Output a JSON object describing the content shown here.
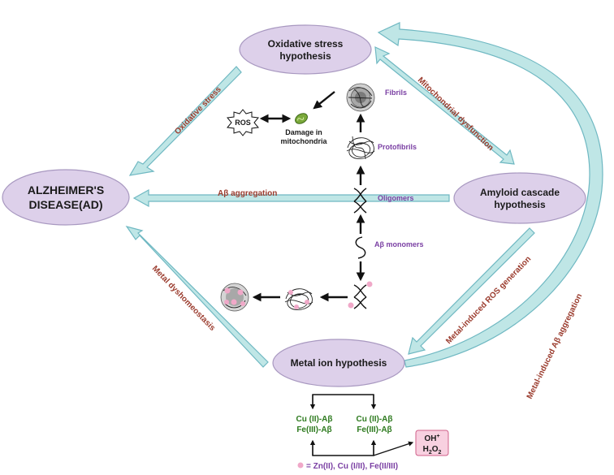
{
  "nodes": {
    "oxidative": [
      "Oxidative stress",
      "hypothesis"
    ],
    "alzheimer": [
      "ALZHEIMER'S",
      "DISEASE(AD)"
    ],
    "amyloid": [
      "Amyloid cascade",
      "hypothesis"
    ],
    "metal": "Metal ion hypothesis"
  },
  "edge_labels": {
    "oxidative_stress": "Oxidative stress",
    "mitochondrial_dysfunction": "Mitochondrial dysfunction",
    "abeta_aggregation": "Aβ aggregation",
    "metal_ros": "Metal-induced ROS generation",
    "metal_dyshomeostasis": "Metal dyshomeostasis",
    "metal_abeta_aggregation": "Metal-induced Aβ aggregation"
  },
  "aggregation_stages": {
    "fibrils": "Fibrils",
    "protofibrils": "Protofibrils",
    "oligomers": "Oligomers",
    "monomers": "Aβ monomers"
  },
  "mitochondria": {
    "ros_label": "ROS",
    "damage_lines": [
      "Damage in",
      "mitochondria"
    ]
  },
  "complexes": {
    "left": [
      "Cu (II)-Aβ",
      "Fe(III)-Aβ"
    ],
    "right": [
      "Cu (II)-Aβ",
      "Fe(III)-Aβ"
    ]
  },
  "products": {
    "oh": "OH",
    "oh_sup": "+",
    "h2o2_h": "H",
    "h2o2_sub": "2",
    "h2o2_o": "O",
    "h2o2_sub2": "2"
  },
  "legend": "= Zn(II), Cu (I/II), Fe(II/III)",
  "colors": {
    "node_fill": "#ddd0ea",
    "arrow_fill": "#bfe6e6",
    "edge_label": "#9b3c2e",
    "stage_label": "#7a3fa3",
    "complex_text": "#2d7a1e",
    "product_box": "#f8d0e0",
    "metal_dot": "#f0a8c8"
  }
}
